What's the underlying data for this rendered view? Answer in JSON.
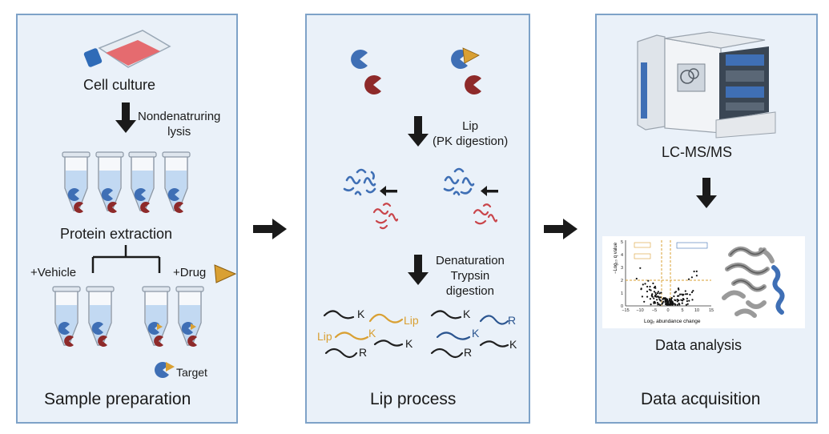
{
  "sample_preparation": {
    "title": "Sample preparation",
    "cell_culture": "Cell culture",
    "lysis_line1": "Nondenatruring",
    "lysis_line2": "lysis",
    "protein_extraction": "Protein extraction",
    "vehicle": "+Vehicle",
    "drug": "+Drug",
    "target": "Target"
  },
  "lip_process": {
    "title": "Lip process",
    "step1_line1": "Lip",
    "step1_line2": "(PK digestion)",
    "step2_line1": "Denaturation",
    "step2_line2": "Trypsin",
    "step2_line3": "digestion",
    "peptide_labels": {
      "k1": "K",
      "lip1": "Lip",
      "lip2": "Lip",
      "k2": "K",
      "r1": "R",
      "k3": "K",
      "k4": "K",
      "r2": "R",
      "k5": "K",
      "r3": "R",
      "k6": "K"
    }
  },
  "data_acquisition": {
    "title": "Data acquisition",
    "instrument": "LC-MS/MS",
    "analysis": "Data analysis",
    "volcano_xlabel": "Log₂ abundance change",
    "volcano_ylabel": "−Log₁₀ q value",
    "volcano_xticks": [
      "−15",
      "−10",
      "−5",
      "0",
      "5",
      "10",
      "15"
    ],
    "volcano_yticks": [
      "0",
      "1",
      "2",
      "3",
      "4",
      "5"
    ]
  },
  "colors": {
    "panel_bg": "#eaf1f9",
    "panel_border": "#7ea2c8",
    "protein_blue": "#3f6fb5",
    "protein_red": "#8e2a2a",
    "drug_gold": "#d9a033",
    "peptide_dark": "#1f1f1f",
    "peptide_blue": "#2b5590",
    "peptide_gold": "#d9a033"
  }
}
